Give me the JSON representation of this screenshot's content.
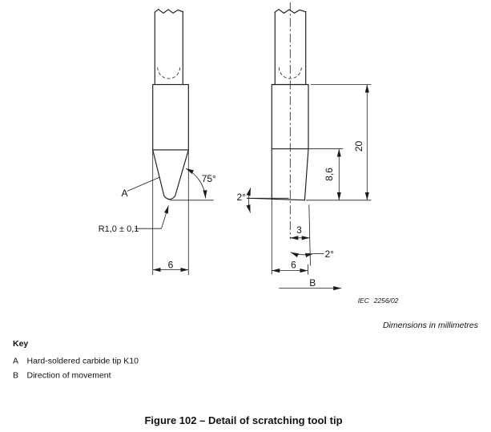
{
  "figure": {
    "caption": "Figure 102 – Detail of scratching tool tip",
    "dimensions_note": "Dimensions in millimetres",
    "reference": {
      "org": "IEC",
      "number": "2256/02"
    }
  },
  "key": {
    "heading": "Key",
    "items": [
      {
        "symbol": "A",
        "description": "Hard-soldered carbide tip K10"
      },
      {
        "symbol": "B",
        "description": "Direction of movement"
      }
    ]
  },
  "front_view": {
    "tip_label": "A",
    "tip_angle": "75°",
    "tip_radius": "R1,0 ± 0,1",
    "width": "6"
  },
  "side_view": {
    "overall_length": "20",
    "tip_length": "8,6",
    "tip_offset": "3",
    "face_angle": "2°",
    "edge_angle": "2°",
    "width": "6",
    "movement_label": "B"
  },
  "colors": {
    "line": "#1c1c1c",
    "background": "#ffffff"
  }
}
